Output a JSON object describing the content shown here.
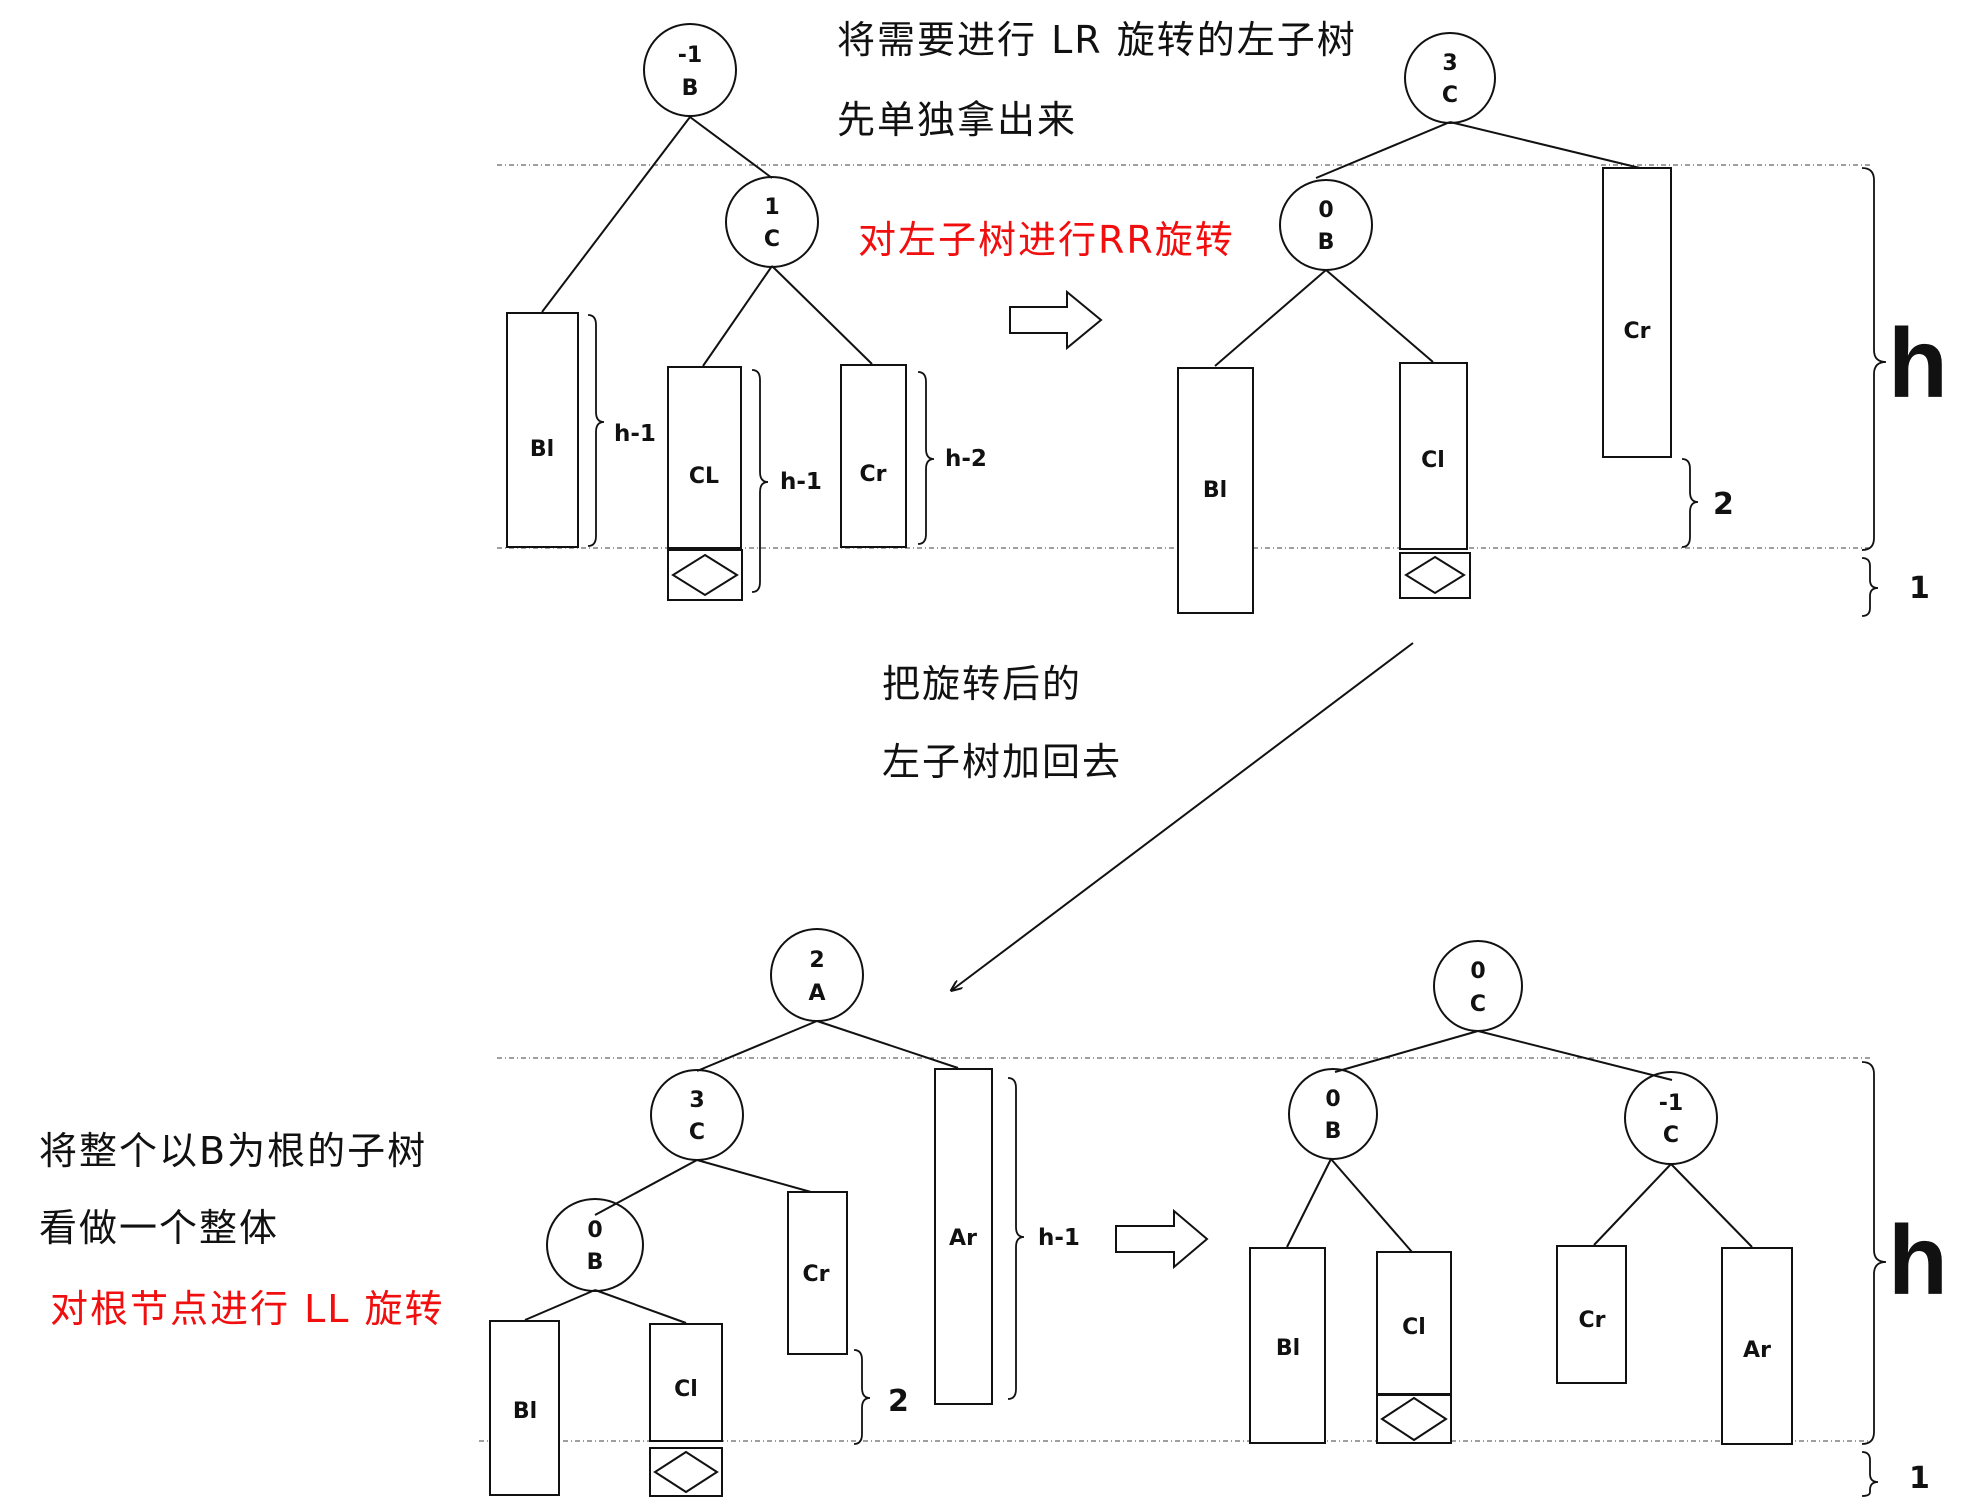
{
  "colors": {
    "annotation_red": "#f10e0e",
    "ink": "#111111",
    "guide_line": "#666666"
  },
  "diagram1": {
    "root": {
      "balance": "-1",
      "name": "B"
    },
    "child": {
      "balance": "1",
      "name": "C"
    },
    "subtrees": {
      "b_left": "Bl",
      "c_left": "CL",
      "c_right": "Cr"
    },
    "dims": {
      "b_left": "h-1",
      "c_left": "h-1",
      "c_right": "h-2"
    }
  },
  "diagram2": {
    "root": {
      "balance": "3",
      "name": "C"
    },
    "child": {
      "balance": "0",
      "name": "B"
    },
    "subtrees": {
      "b_left": "Bl",
      "c_left": "Cl",
      "c_right": "Cr"
    },
    "dims": {
      "gap": "2"
    }
  },
  "diagram3": {
    "root": {
      "balance": "2",
      "name": "A"
    },
    "mid": {
      "balance": "3",
      "name": "C"
    },
    "low": {
      "balance": "0",
      "name": "B"
    },
    "subtrees": {
      "b_left": "Bl",
      "c_left": "Cl",
      "c_right": "Cr",
      "a_right": "Ar"
    },
    "dims": {
      "a_right": "h-1",
      "gap": "2"
    }
  },
  "diagram4": {
    "root": {
      "balance": "0",
      "name": "C"
    },
    "left": {
      "balance": "0",
      "name": "B"
    },
    "right": {
      "balance": "-1",
      "name": "C"
    },
    "subtrees": {
      "b_left": "Bl",
      "c_left": "Cl",
      "c_right": "Cr",
      "a_right": "Ar"
    }
  },
  "heights": {
    "top": {
      "h": "h",
      "one": "1"
    },
    "bottom": {
      "h": "h",
      "one": "1"
    }
  },
  "notes": {
    "extract_line1": "将需要进行 LR 旋转的左子树",
    "extract_line2": "先单独拿出来",
    "rr_rotate": "对左子树进行RR旋转",
    "put_back_line1": "把旋转后的",
    "put_back_line2": "左子树加回去",
    "whole_line1": "将整个以B为根的子树",
    "whole_line2": "看做一个整体",
    "ll_rotate": "对根节点进行 LL 旋转"
  }
}
